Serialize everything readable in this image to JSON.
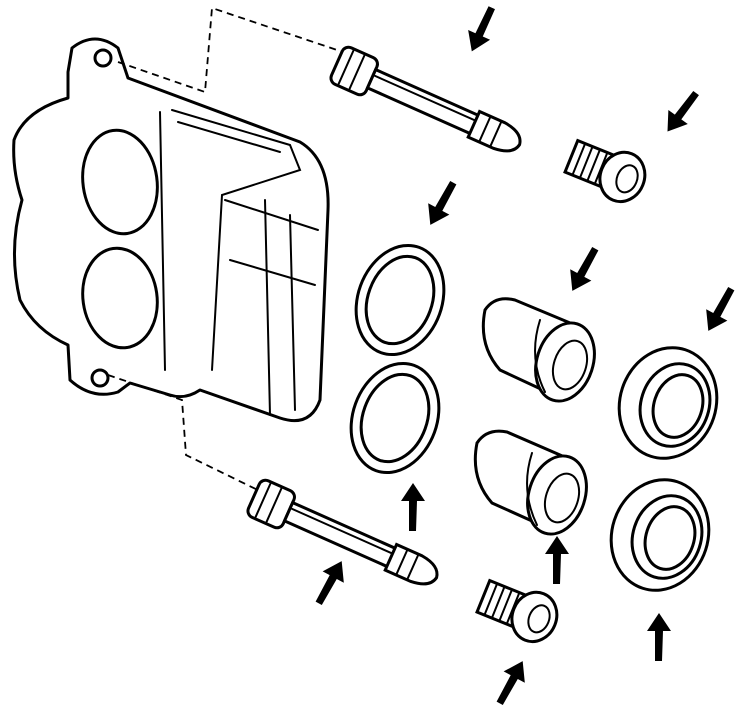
{
  "diagram": {
    "type": "exploded-view illustration",
    "parts": [
      {
        "name": "caliper-body"
      },
      {
        "name": "guide-pin-upper"
      },
      {
        "name": "guide-pin-lower"
      },
      {
        "name": "bleeder-cap-upper"
      },
      {
        "name": "bleeder-cap-lower"
      },
      {
        "name": "dust-seal-upper"
      },
      {
        "name": "dust-seal-lower"
      },
      {
        "name": "piston-upper"
      },
      {
        "name": "piston-lower"
      },
      {
        "name": "piston-seal-upper"
      },
      {
        "name": "piston-seal-lower"
      }
    ],
    "arrow_count": 10,
    "ink_color": "#000000",
    "paper_color": "#ffffff"
  }
}
